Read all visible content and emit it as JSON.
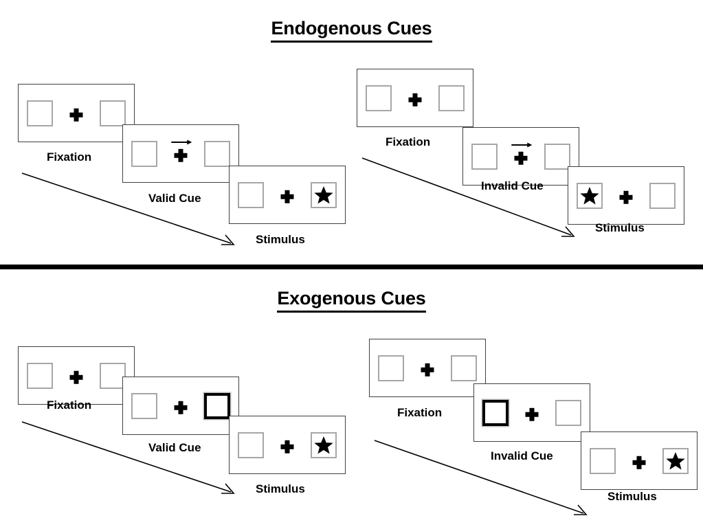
{
  "sections": [
    {
      "id": "endogenous",
      "title": "Endogenous Cues",
      "panels": [
        {
          "id": "endogenous-valid",
          "condition": "valid",
          "steps": [
            {
              "label": "Fixation",
              "left_box": "empty",
              "right_box": "empty",
              "center": "plus"
            },
            {
              "label": "Valid Cue",
              "left_box": "empty",
              "right_box": "empty",
              "center": "plus-with-right-arrow"
            },
            {
              "label": "Stimulus",
              "left_box": "empty",
              "right_box": "star",
              "center": "plus"
            }
          ]
        },
        {
          "id": "endogenous-invalid",
          "condition": "invalid",
          "steps": [
            {
              "label": "Fixation",
              "left_box": "empty",
              "right_box": "empty",
              "center": "plus"
            },
            {
              "label": "Invalid Cue",
              "left_box": "empty",
              "right_box": "empty",
              "center": "plus-with-right-arrow"
            },
            {
              "label": "Stimulus",
              "left_box": "star",
              "right_box": "empty",
              "center": "plus"
            }
          ]
        }
      ]
    },
    {
      "id": "exogenous",
      "title": "Exogenous Cues",
      "panels": [
        {
          "id": "exogenous-valid",
          "condition": "valid",
          "steps": [
            {
              "label": "Fixation",
              "left_box": "empty",
              "right_box": "empty",
              "center": "plus"
            },
            {
              "label": "Valid Cue",
              "left_box": "empty",
              "right_box": "highlighted",
              "center": "plus"
            },
            {
              "label": "Stimulus",
              "left_box": "empty",
              "right_box": "star",
              "center": "plus"
            }
          ]
        },
        {
          "id": "exogenous-invalid",
          "condition": "invalid",
          "steps": [
            {
              "label": "Fixation",
              "left_box": "empty",
              "right_box": "empty",
              "center": "plus"
            },
            {
              "label": "Invalid Cue",
              "left_box": "highlighted",
              "right_box": "empty",
              "center": "plus"
            },
            {
              "label": "Stimulus",
              "left_box": "empty",
              "right_box": "star",
              "center": "plus"
            }
          ]
        }
      ]
    }
  ],
  "labels": {
    "endogenous_title": "Endogenous Cues",
    "exogenous_title": "Exogenous Cues",
    "fixation": "Fixation",
    "valid_cue": "Valid Cue",
    "invalid_cue": "Invalid Cue",
    "stimulus": "Stimulus"
  },
  "colors": {
    "background": "#ffffff",
    "ink": "#000000",
    "frame_border": "#3f3f3f",
    "box_border": "#a6a6a6",
    "cued_box_border": "#000000",
    "divider": "#000000"
  },
  "icons": {
    "fixation_cross": "plus-icon",
    "cue_arrow": "arrow-right-icon",
    "target": "star-icon",
    "flow": "diagonal-arrow-icon"
  }
}
